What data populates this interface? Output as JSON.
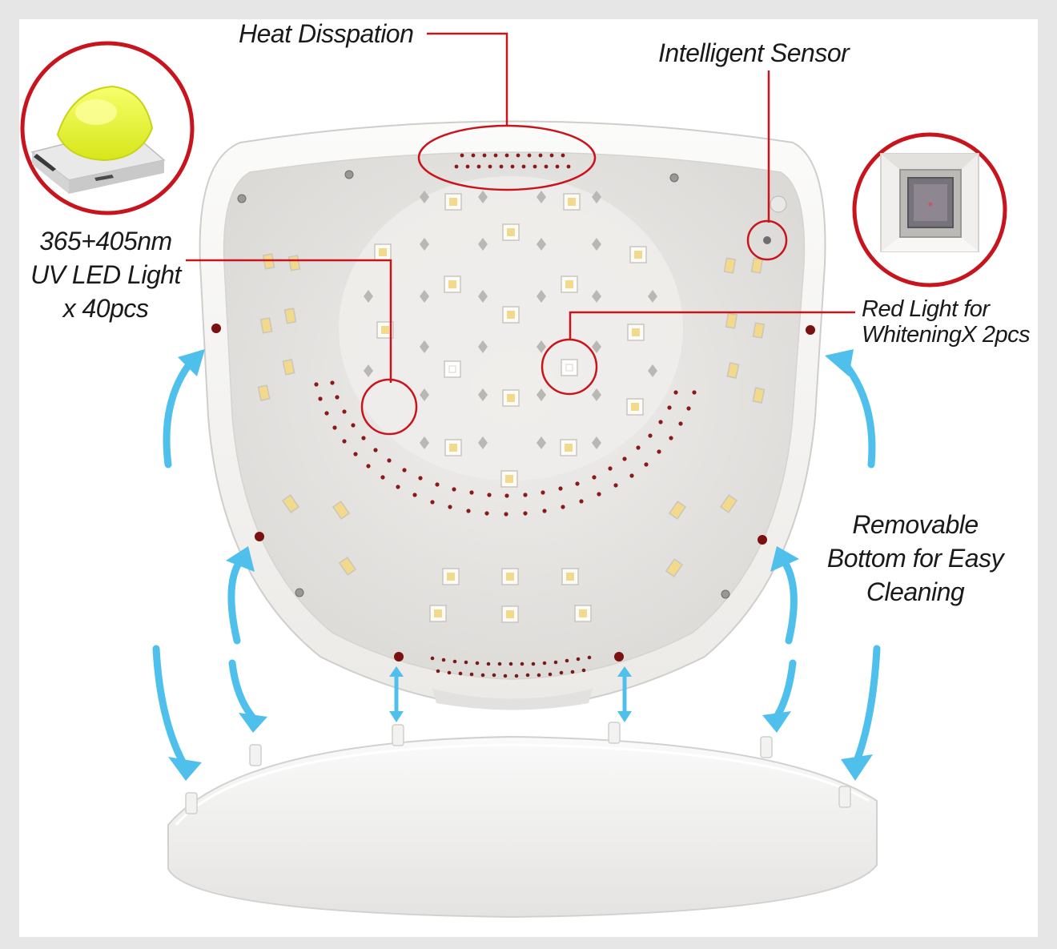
{
  "labels": {
    "heat": "Heat Disspation",
    "sensor": "Intelligent Sensor",
    "uv_led": [
      "365+405nm",
      "UV LED Light",
      "x 40pcs"
    ],
    "red_light": [
      "Red Light for",
      "WhiteningX 2pcs"
    ],
    "bottom": [
      "Removable",
      "Bottom for Easy",
      "Cleaning"
    ]
  },
  "colors": {
    "callout": "#c8141c",
    "arrow": "#4fc0ec",
    "led": "#f3d98c",
    "housing": "#f7f6f4",
    "inner": "#e8e7e5"
  }
}
